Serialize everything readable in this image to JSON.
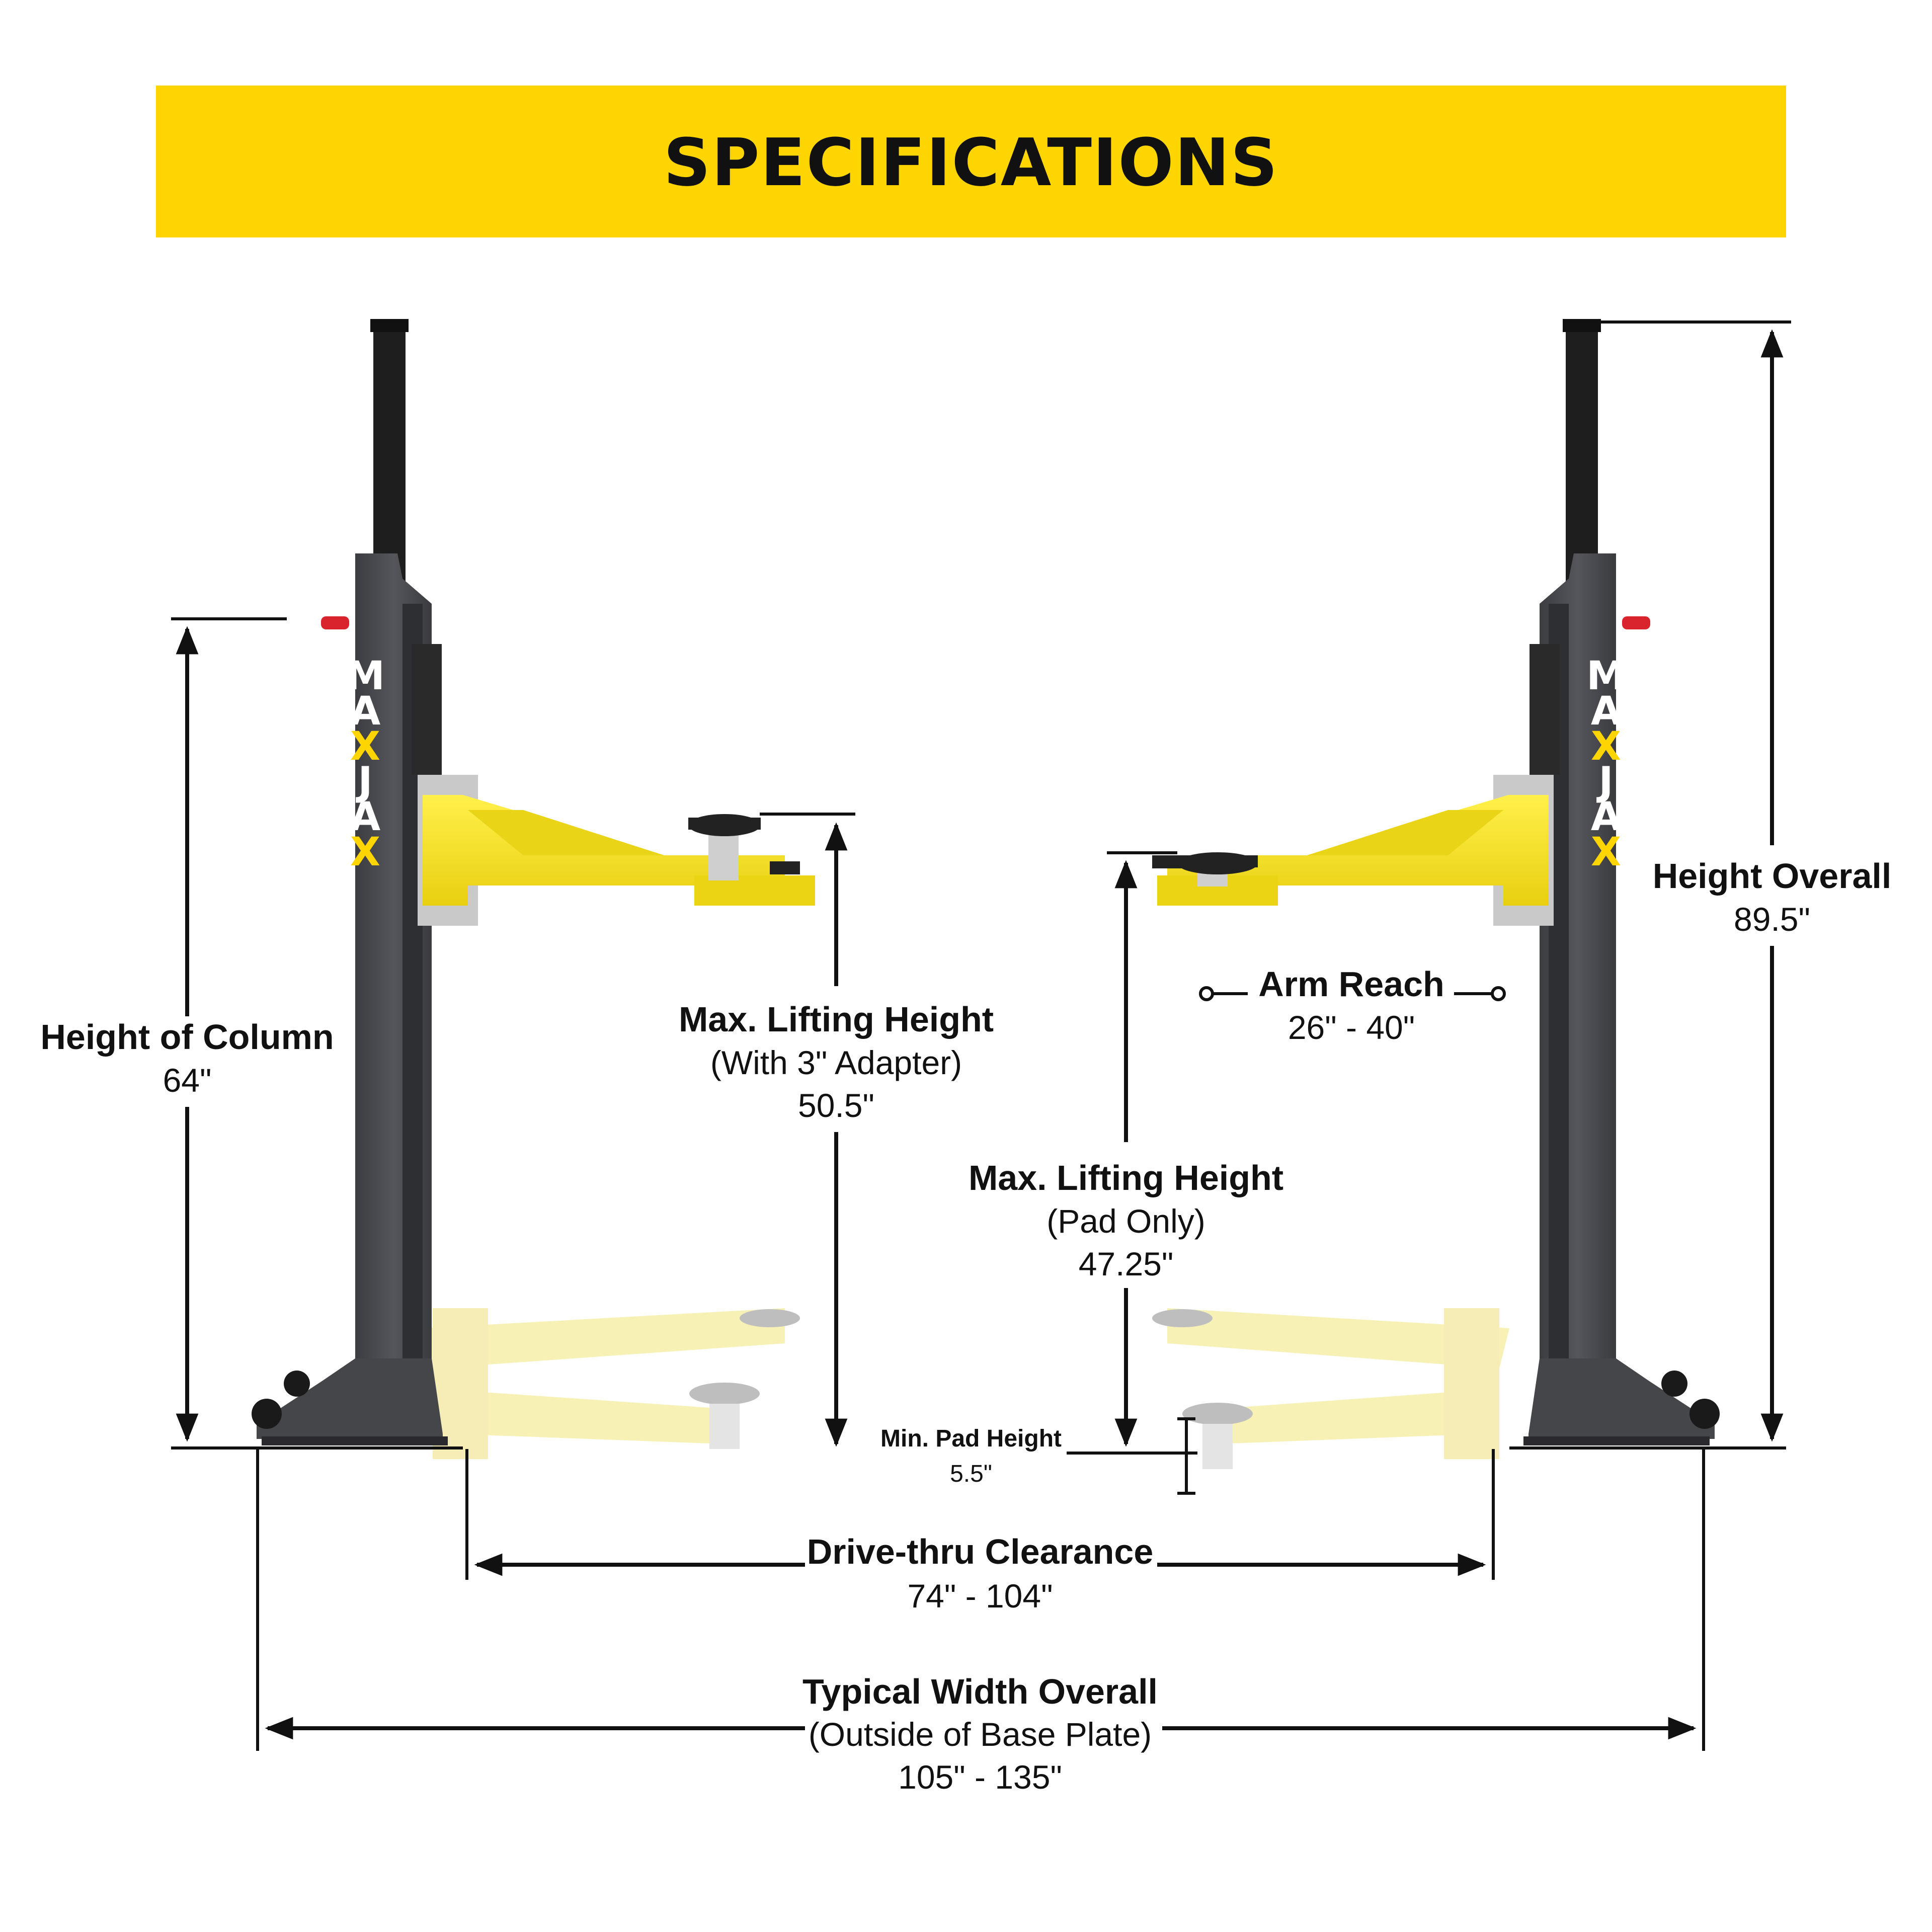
{
  "header": {
    "title": "SPECIFICATIONS"
  },
  "brand": {
    "logo_letters": [
      "M",
      "A",
      "X",
      "J",
      "A",
      "X"
    ],
    "accent_color": "#FFD500",
    "column_color": "#4a4b4f",
    "arm_color": "#F2E01E",
    "handle_color": "#D9232D"
  },
  "specs": {
    "height_of_column": {
      "label": "Height of Column",
      "value": "64\""
    },
    "max_lifting_adapter": {
      "label": "Max. Lifting Height",
      "note": "(With 3\" Adapter)",
      "value": "50.5\""
    },
    "height_overall": {
      "label": "Height Overall",
      "value": "89.5\""
    },
    "arm_reach": {
      "label": "Arm Reach",
      "value": "26\" - 40\""
    },
    "max_lifting_pad": {
      "label": "Max. Lifting Height",
      "note": "(Pad Only)",
      "value": "47.25\""
    },
    "min_pad_height": {
      "label": "Min. Pad Height",
      "value": "5.5\""
    },
    "drive_thru": {
      "label": "Drive-thru Clearance",
      "value": "74\" - 104\""
    },
    "typical_width": {
      "label": "Typical Width Overall",
      "note": "(Outside of Base Plate)",
      "value": "105\" - 135\""
    }
  }
}
